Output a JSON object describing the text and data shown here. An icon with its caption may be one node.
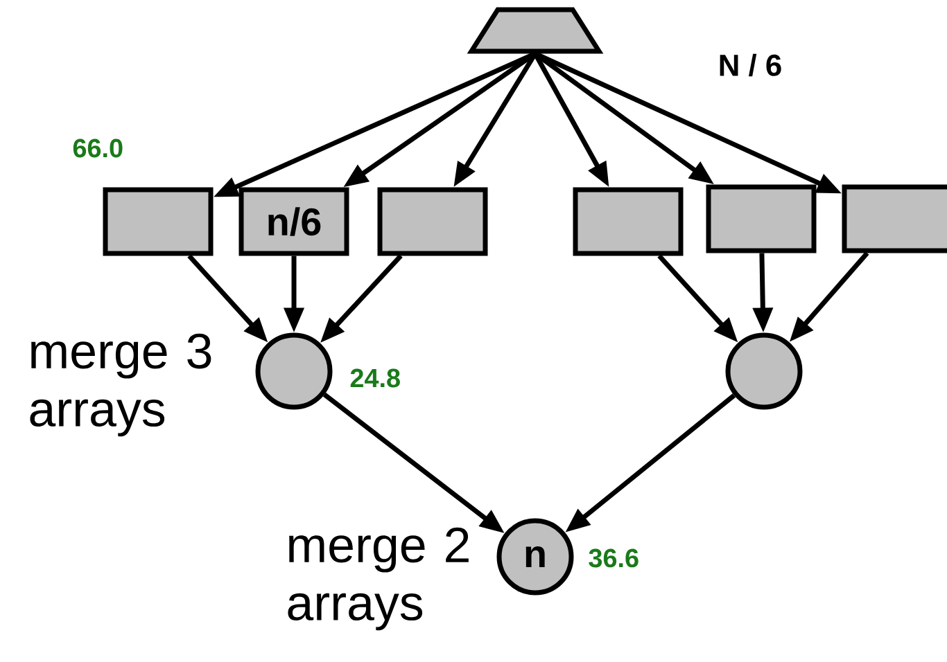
{
  "diagram": {
    "nodes": [
      {
        "text": [],
        "shape": "trapezoid"
      },
      {
        "text": [],
        "shape": "box",
        "beside": [
          "66.0"
        ]
      },
      {
        "text": [
          "n/6"
        ]
      },
      {
        "text": [],
        "shape": "box"
      },
      {
        "text": [],
        "shape": "box"
      },
      {
        "text": [],
        "shape": "box"
      },
      {
        "text": [],
        "shape": "box"
      },
      {
        "text": [],
        "shape": "circle",
        "beside": [
          "merge 3 arrays",
          "24.8"
        ]
      },
      {
        "text": [],
        "shape": "circle"
      },
      {
        "text": [
          "n"
        ],
        "beside": [
          "merge 2 arrays",
          "36.6"
        ]
      }
    ],
    "edges": [
      {
        "from": 0,
        "to": 1,
        "arrow": "to"
      },
      {
        "from": 0,
        "to": 2,
        "arrow": "to"
      },
      {
        "from": 0,
        "to": 3,
        "arrow": "to"
      },
      {
        "from": 0,
        "to": 4,
        "arrow": "to"
      },
      {
        "from": 0,
        "to": 5,
        "arrow": "to"
      },
      {
        "from": 0,
        "to": 6,
        "arrow": "to"
      },
      {
        "from": 1,
        "to": 7,
        "arrow": "to"
      },
      {
        "from": 2,
        "to": 7,
        "arrow": "to"
      },
      {
        "from": 3,
        "to": 7,
        "arrow": "to"
      },
      {
        "from": 4,
        "to": 8,
        "arrow": "to"
      },
      {
        "from": 5,
        "to": 8,
        "arrow": "to"
      },
      {
        "from": 6,
        "to": 8,
        "arrow": "to"
      },
      {
        "from": 7,
        "to": 9,
        "arrow": "to"
      },
      {
        "from": 8,
        "to": 9,
        "arrow": "to"
      }
    ],
    "labels": [
      "N / 6"
    ]
  }
}
